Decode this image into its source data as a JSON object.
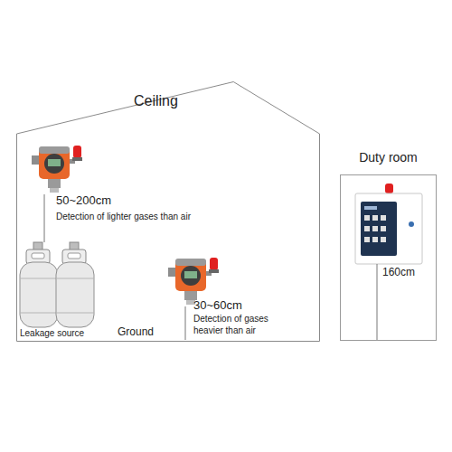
{
  "diagram": {
    "nodes": [
      {
        "text": [
          "Ceiling"
        ]
      },
      {
        "text": [
          "Duty room"
        ]
      }
    ],
    "labels": [
      "50~200cm",
      "Detection of lighter gases than air",
      "30~60cm",
      "Detection of gases heavier than air",
      "Leakage source",
      "Ground",
      "160cm"
    ]
  }
}
